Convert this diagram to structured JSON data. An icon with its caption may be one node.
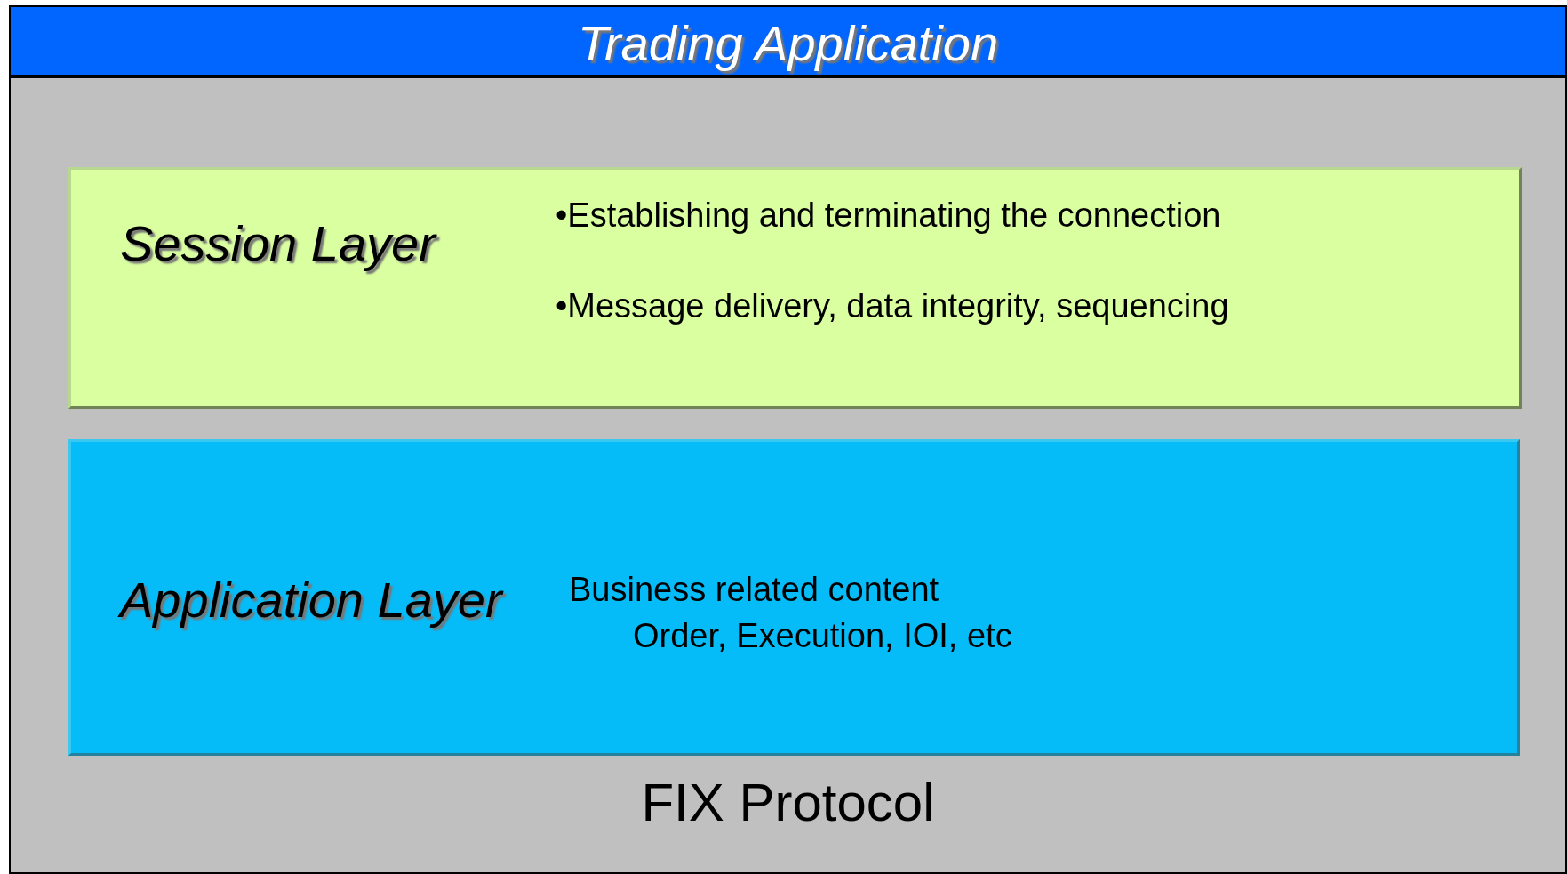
{
  "diagram": {
    "nodes": [
      {
        "text": [
          "Trading Application"
        ]
      },
      {
        "text": [
          "FIX Protocol"
        ]
      },
      {
        "text": [
          "Session Layer",
          "•Establishing and terminating the connection",
          "•Message delivery, data integrity, sequencing"
        ],
        "in": 1
      },
      {
        "text": [
          "Application Layer",
          "Business related content",
          "Order, Execution, IOI, etc"
        ],
        "in": 1
      }
    ]
  }
}
